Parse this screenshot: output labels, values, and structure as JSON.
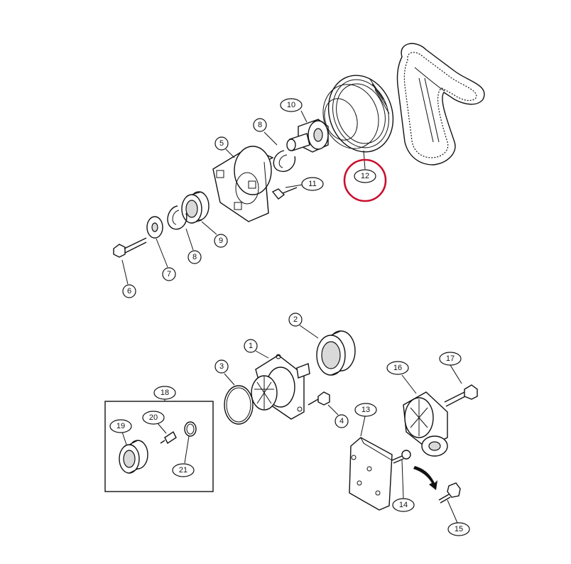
{
  "highlight_color": "#c8102e",
  "callouts": {
    "c1": "1",
    "c2": "2",
    "c3": "3",
    "c4": "4",
    "c5": "5",
    "c6": "6",
    "c7": "7",
    "c8a": "8",
    "c8b": "8",
    "c9": "9",
    "c10": "10",
    "c11": "11",
    "c12": "12",
    "c13": "13",
    "c14": "14",
    "c15": "15",
    "c16": "16",
    "c17": "17",
    "c18": "18",
    "c19": "19",
    "c20": "20",
    "c21": "21"
  },
  "highlighted_callout": "12"
}
